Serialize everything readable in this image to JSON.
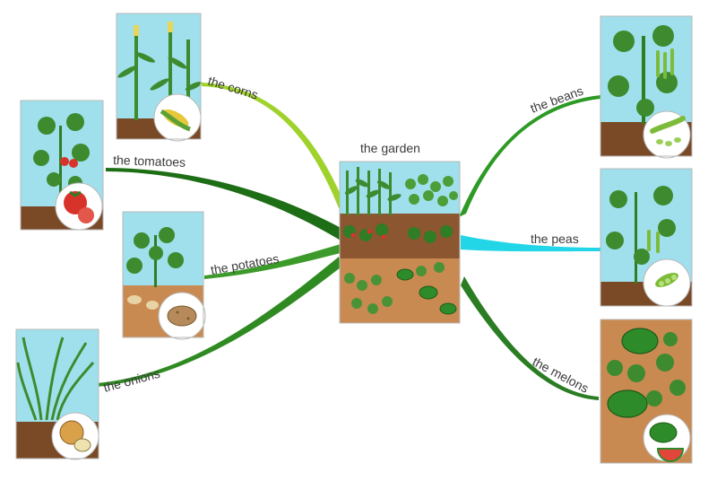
{
  "center": {
    "label": "the garden"
  },
  "branches": [
    {
      "id": "corns",
      "label": "the corns",
      "color": "#9fd22b",
      "icon": "corn-cob-icon"
    },
    {
      "id": "tomatoes",
      "label": "the tomatoes",
      "color": "#1e6e16",
      "icon": "tomato-icon"
    },
    {
      "id": "potatoes",
      "label": "the potatoes",
      "color": "#3c9a2a",
      "icon": "potato-icon"
    },
    {
      "id": "onions",
      "label": "the onions",
      "color": "#2f8a22",
      "icon": "onion-icon"
    },
    {
      "id": "beans",
      "label": "the beans",
      "color": "#2c9a25",
      "icon": "bean-pods-icon"
    },
    {
      "id": "peas",
      "label": "the peas",
      "color": "#22d6e8",
      "icon": "pea-pod-icon"
    },
    {
      "id": "melons",
      "label": "the melons",
      "color": "#2a7d22",
      "icon": "watermelon-icon"
    }
  ],
  "colors": {
    "sky": "#9fe0ec",
    "soil": "#7a4a26",
    "soil_light": "#c98a52",
    "leaf": "#3d8b2e",
    "leaf_dark": "#1f5e18",
    "card_border": "#b9b9b9"
  }
}
